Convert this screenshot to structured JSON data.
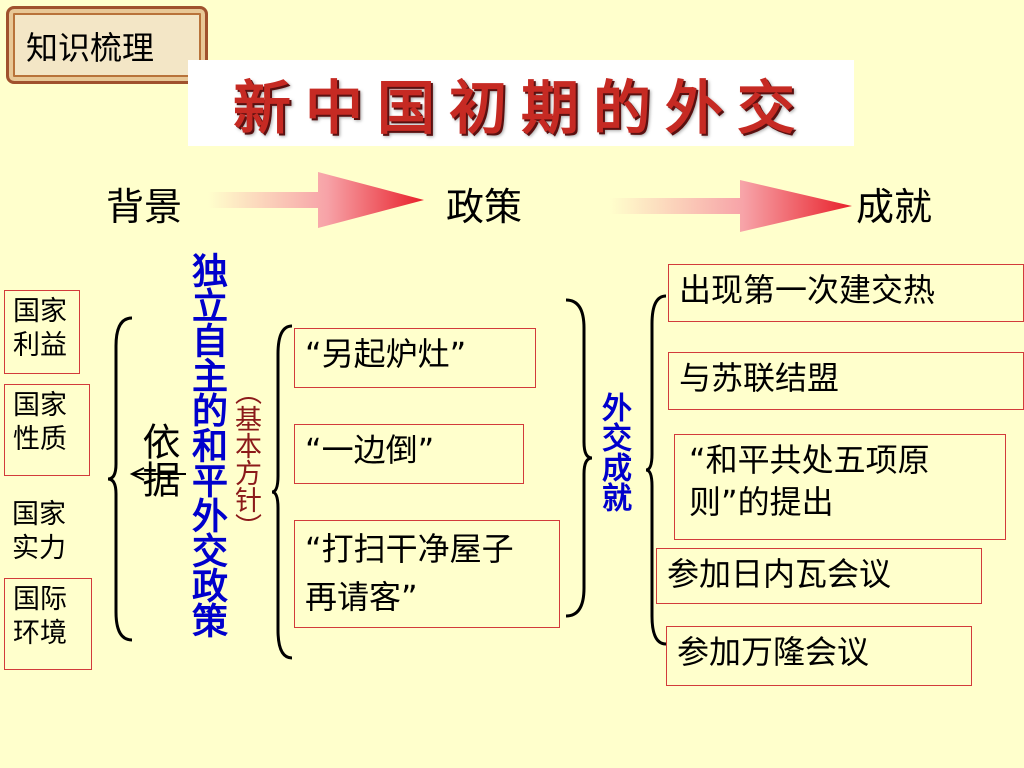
{
  "badge": {
    "label": "知识梳理"
  },
  "title": "新中国初期的外交",
  "headers": {
    "background": "背景",
    "policy": "政策",
    "achievement": "成就"
  },
  "background_items": [
    "国家\n利益",
    "国家\n性质",
    "国家\n实力",
    "国际\n环境"
  ],
  "basis_label": "依据",
  "policy_name": "独立自主的和平外交政策",
  "policy_note": "（基本方针）",
  "policy_items": [
    "“另起炉灶”",
    "“一边倒”",
    "“打扫干净屋子 再请客”"
  ],
  "achievement_label": "外交成就",
  "achievement_items": [
    "出现第一次建交热",
    "与苏联结盟",
    "“和平共处五项原则”的提出",
    "参加日内瓦会议",
    "参加万隆会议"
  ],
  "colors": {
    "background": "#FFFFCC",
    "title_red": "#C62A23",
    "box_border": "#D23B3B",
    "policy_blue": "#0000CC",
    "note_brown": "#8B1A1A",
    "arrow_red": "#E8202A"
  }
}
